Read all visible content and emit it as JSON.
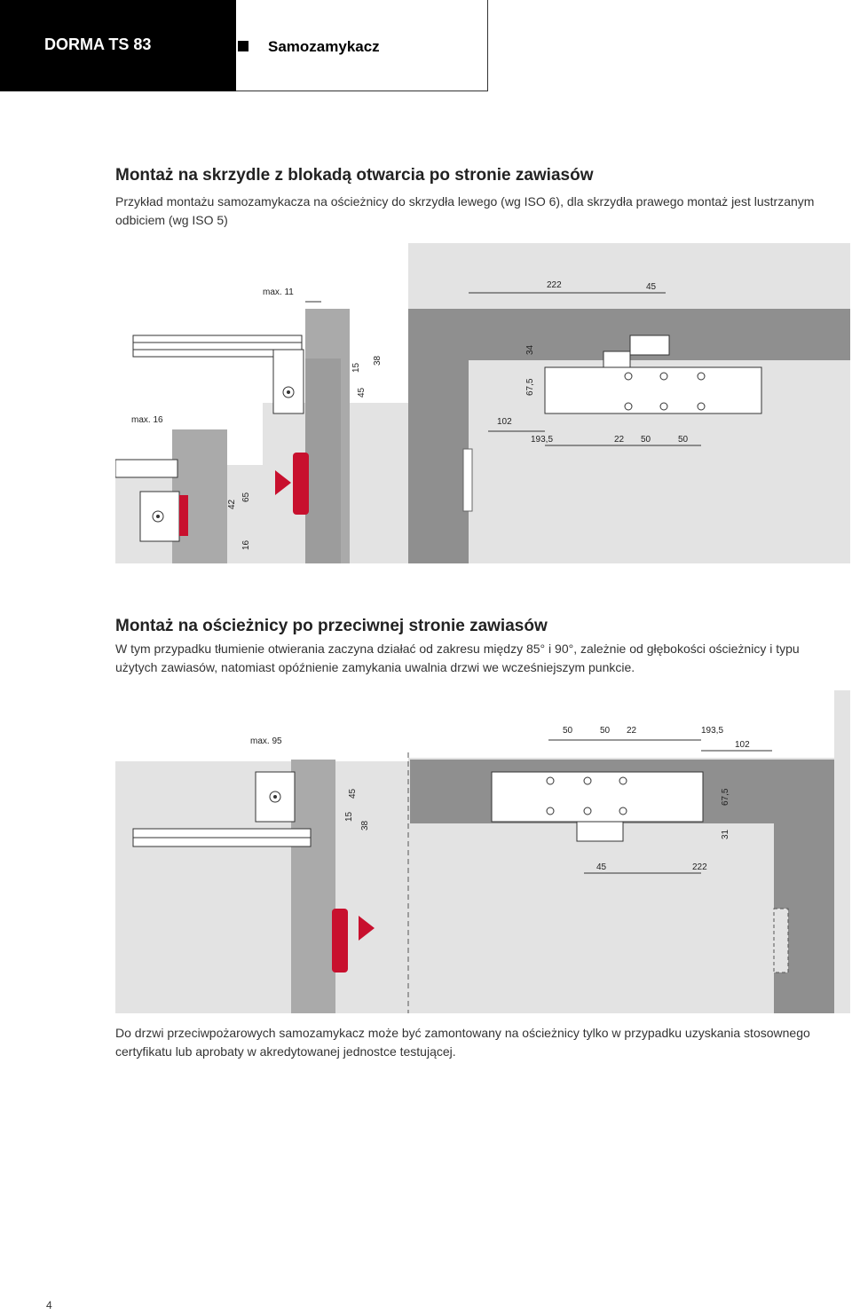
{
  "header": {
    "product": "DORMA TS 83",
    "section": "Samozamykacz"
  },
  "section1": {
    "title": "Montaż na skrzydle z blokadą otwarcia po stronie zawiasów",
    "text": "Przykład montażu samozamykacza na ościeżnicy do skrzydła lewego (wg ISO 6), dla skrzydła prawego montaż jest lustrzanym odbiciem (wg ISO 5)",
    "dims": {
      "max11": "max. 11",
      "d222": "222",
      "d45": "45",
      "d15": "15",
      "d38": "38",
      "d45v": "45",
      "d34": "34",
      "d67_5": "67,5",
      "max16": "max. 16",
      "d102": "102",
      "d193_5": "193,5",
      "d22": "22",
      "d50a": "50",
      "d50b": "50",
      "d42": "42",
      "d65": "65",
      "d16": "16"
    }
  },
  "section2": {
    "title": "Montaż na ościeżnicy po przeciwnej stronie zawiasów",
    "text": "W tym przypadku tłumienie otwierania zaczyna działać od zakresu między 85° i 90°, zależnie od głębokości ościeżnicy i typu użytych zawiasów, natomiast opóźnienie zamykania uwalnia drzwi we wcześniejszym punkcie.",
    "dims": {
      "max95": "max. 95",
      "d50a": "50",
      "d50b": "50",
      "d22": "22",
      "d193_5": "193,5",
      "d102": "102",
      "d45": "45",
      "d15": "15",
      "d38": "38",
      "d67_5": "67,5",
      "d31": "31",
      "d45b": "45",
      "d222": "222"
    }
  },
  "footer_note": "Do drzwi przeciwpożarowych samozamykacz może być zamontowany na ościeżnicy tylko w przypadku uzyskania stosownego certyfikatu lub aprobaty w akredytowanej jednostce testującej.",
  "page_number": "4",
  "colors": {
    "figure_bg": "#e3e3e3",
    "frame": "#8f8f8f",
    "frame_light": "#bdbdbd",
    "accent_red": "#c8102e"
  }
}
